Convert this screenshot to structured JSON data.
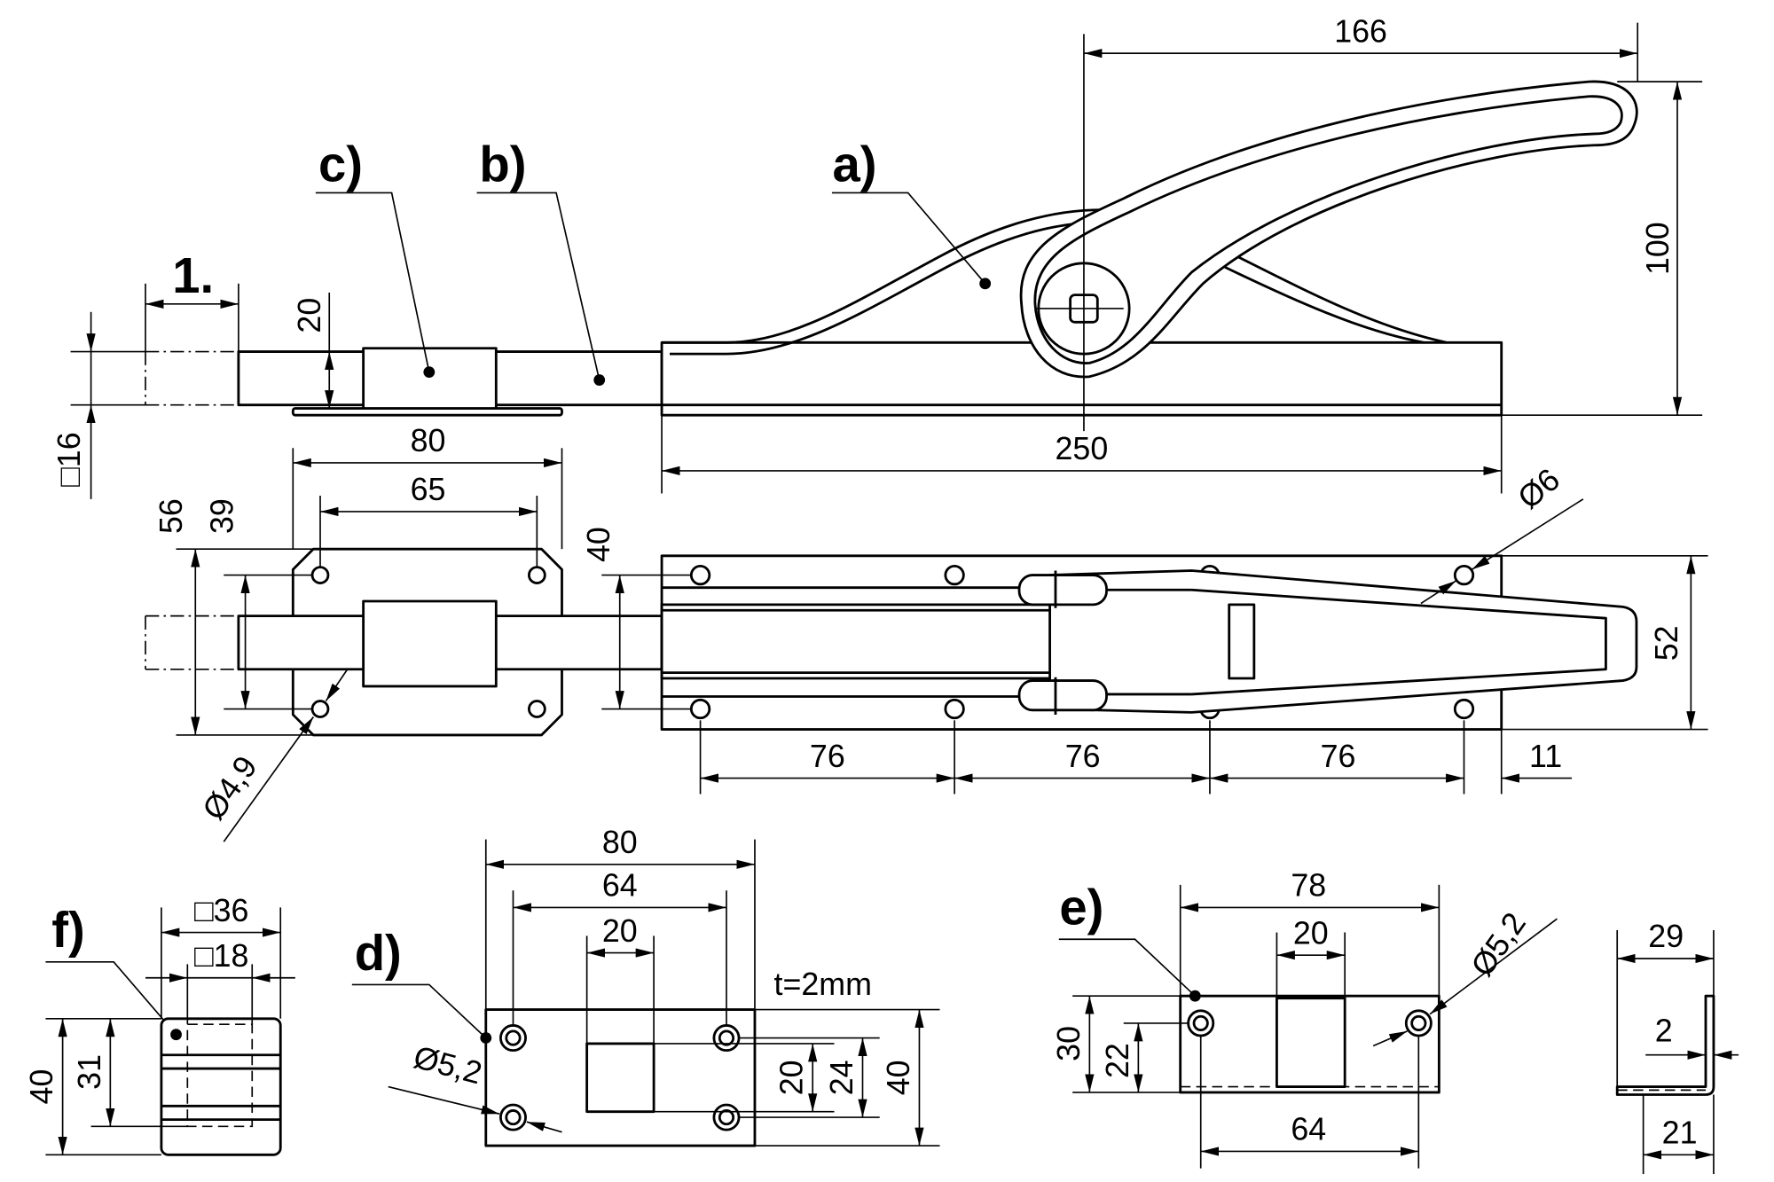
{
  "part_labels": {
    "a": "a)",
    "b": "b)",
    "c": "c)",
    "d": "d)",
    "e": "e)",
    "f": "f)",
    "detail": "1."
  },
  "elevation": {
    "handle_reach": "166",
    "height": "100",
    "base_length": "250",
    "rod_offset": "20",
    "rod_section": "□16"
  },
  "plan": {
    "plate_width": "80",
    "plate_hole_spacing": "65",
    "plate_height": "56",
    "plate_hole_pitch": "39",
    "plate_hole_dia": "Ø4,9",
    "body_hole_pitch": "40",
    "handle_hole_dia": "Ø6",
    "body_width": "52",
    "hole_spacing": [
      "76",
      "76",
      "76"
    ],
    "end_offset": "11"
  },
  "part_f": {
    "outer_square": "□36",
    "inner_square": "□18",
    "height": "40",
    "depth": "31"
  },
  "part_d": {
    "width": "80",
    "hole_spacing": "64",
    "slot_width": "20",
    "thickness": "t=2mm",
    "hole_dia": "Ø5,2",
    "slot_height": "20",
    "hole_pitch": "24",
    "height": "40"
  },
  "part_e": {
    "width": "78",
    "slot_width": "20",
    "hole_dia": "Ø5,2",
    "height": "30",
    "hole_height": "22",
    "hole_spacing": "64"
  },
  "bracket": {
    "width": "29",
    "thickness": "2",
    "foot": "21"
  }
}
